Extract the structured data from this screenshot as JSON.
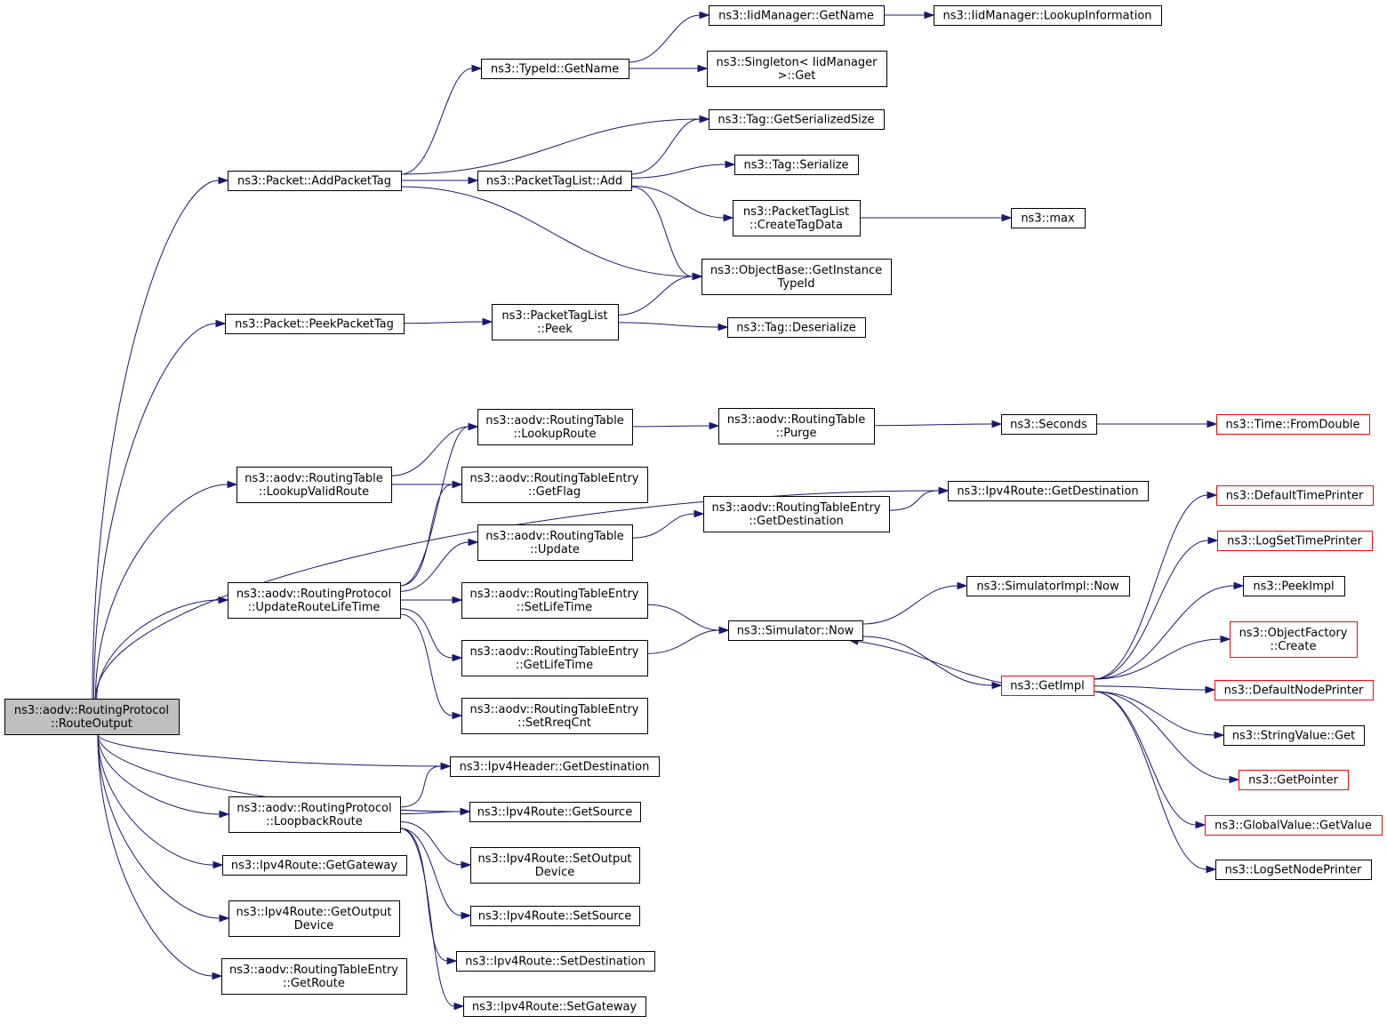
{
  "nodes": [
    {
      "id": "root",
      "lines": [
        "ns3::aodv::RoutingProtocol",
        "::RouteOutput"
      ],
      "style": "root"
    },
    {
      "id": "addPacketTag",
      "lines": [
        "ns3::Packet::AddPacketTag"
      ],
      "style": "normal"
    },
    {
      "id": "peekPacketTag",
      "lines": [
        "ns3::Packet::PeekPacketTag"
      ],
      "style": "normal"
    },
    {
      "id": "lookupValidRoute",
      "lines": [
        "ns3::aodv::RoutingTable",
        "::LookupValidRoute"
      ],
      "style": "normal"
    },
    {
      "id": "updateRouteLifeTime",
      "lines": [
        "ns3::aodv::RoutingProtocol",
        "::UpdateRouteLifeTime"
      ],
      "style": "normal"
    },
    {
      "id": "loopbackRoute",
      "lines": [
        "ns3::aodv::RoutingProtocol",
        "::LoopbackRoute"
      ],
      "style": "normal"
    },
    {
      "id": "ipv4RouteGetGateway",
      "lines": [
        "ns3::Ipv4Route::GetGateway"
      ],
      "style": "normal"
    },
    {
      "id": "ipv4RouteGetOutputDevice",
      "lines": [
        "ns3::Ipv4Route::GetOutput",
        "Device"
      ],
      "style": "normal"
    },
    {
      "id": "rteGetRoute",
      "lines": [
        "ns3::aodv::RoutingTableEntry",
        "::GetRoute"
      ],
      "style": "normal"
    },
    {
      "id": "typeIdGetName",
      "lines": [
        "ns3::TypeId::GetName"
      ],
      "style": "normal"
    },
    {
      "id": "packetTagListAdd",
      "lines": [
        "ns3::PacketTagList::Add"
      ],
      "style": "normal"
    },
    {
      "id": "packetTagListPeek",
      "lines": [
        "ns3::PacketTagList",
        "::Peek"
      ],
      "style": "normal"
    },
    {
      "id": "rtLookupRoute",
      "lines": [
        "ns3::aodv::RoutingTable",
        "::LookupRoute"
      ],
      "style": "normal"
    },
    {
      "id": "rteGetFlag",
      "lines": [
        "ns3::aodv::RoutingTableEntry",
        "::GetFlag"
      ],
      "style": "normal"
    },
    {
      "id": "rtUpdate",
      "lines": [
        "ns3::aodv::RoutingTable",
        "::Update"
      ],
      "style": "normal"
    },
    {
      "id": "rteSetLifeTime",
      "lines": [
        "ns3::aodv::RoutingTableEntry",
        "::SetLifeTime"
      ],
      "style": "normal"
    },
    {
      "id": "rteGetLifeTime",
      "lines": [
        "ns3::aodv::RoutingTableEntry",
        "::GetLifeTime"
      ],
      "style": "normal"
    },
    {
      "id": "rteSetRreqCnt",
      "lines": [
        "ns3::aodv::RoutingTableEntry",
        "::SetRreqCnt"
      ],
      "style": "normal"
    },
    {
      "id": "ipv4HeaderGetDestination",
      "lines": [
        "ns3::Ipv4Header::GetDestination"
      ],
      "style": "normal"
    },
    {
      "id": "ipv4RouteGetSource",
      "lines": [
        "ns3::Ipv4Route::GetSource"
      ],
      "style": "normal"
    },
    {
      "id": "ipv4RouteSetOutputDevice",
      "lines": [
        "ns3::Ipv4Route::SetOutput",
        "Device"
      ],
      "style": "normal"
    },
    {
      "id": "ipv4RouteSetSource",
      "lines": [
        "ns3::Ipv4Route::SetSource"
      ],
      "style": "normal"
    },
    {
      "id": "ipv4RouteSetDestination",
      "lines": [
        "ns3::Ipv4Route::SetDestination"
      ],
      "style": "normal"
    },
    {
      "id": "ipv4RouteSetGateway",
      "lines": [
        "ns3::Ipv4Route::SetGateway"
      ],
      "style": "normal"
    },
    {
      "id": "iidGetName",
      "lines": [
        "ns3::IidManager::GetName"
      ],
      "style": "normal"
    },
    {
      "id": "iidLookupInformation",
      "lines": [
        "ns3::IidManager::LookupInformation"
      ],
      "style": "normal"
    },
    {
      "id": "singletonGet",
      "lines": [
        "ns3::Singleton< IidManager",
        ">::Get"
      ],
      "style": "normal"
    },
    {
      "id": "tagGetSerializedSize",
      "lines": [
        "ns3::Tag::GetSerializedSize"
      ],
      "style": "normal"
    },
    {
      "id": "tagSerialize",
      "lines": [
        "ns3::Tag::Serialize"
      ],
      "style": "normal"
    },
    {
      "id": "ptlCreateTagData",
      "lines": [
        "ns3::PacketTagList",
        "::CreateTagData"
      ],
      "style": "normal"
    },
    {
      "id": "ns3max",
      "lines": [
        "ns3::max"
      ],
      "style": "normal"
    },
    {
      "id": "objectBaseGetInstanceTypeId",
      "lines": [
        "ns3::ObjectBase::GetInstance",
        "TypeId"
      ],
      "style": "normal"
    },
    {
      "id": "tagDeserialize",
      "lines": [
        "ns3::Tag::Deserialize"
      ],
      "style": "normal"
    },
    {
      "id": "rtPurge",
      "lines": [
        "ns3::aodv::RoutingTable",
        "::Purge"
      ],
      "style": "normal"
    },
    {
      "id": "ns3Seconds",
      "lines": [
        "ns3::Seconds"
      ],
      "style": "normal"
    },
    {
      "id": "timeFromDouble",
      "lines": [
        "ns3::Time::FromDouble"
      ],
      "style": "red"
    },
    {
      "id": "ipv4RouteGetDestination",
      "lines": [
        "ns3::Ipv4Route::GetDestination"
      ],
      "style": "normal"
    },
    {
      "id": "rteGetDestination",
      "lines": [
        "ns3::aodv::RoutingTableEntry",
        "::GetDestination"
      ],
      "style": "normal"
    },
    {
      "id": "simImplNow",
      "lines": [
        "ns3::SimulatorImpl::Now"
      ],
      "style": "normal"
    },
    {
      "id": "simulatorNow",
      "lines": [
        "ns3::Simulator::Now"
      ],
      "style": "normal"
    },
    {
      "id": "getImpl",
      "lines": [
        "ns3::GetImpl"
      ],
      "style": "red"
    },
    {
      "id": "defaultTimePrinter",
      "lines": [
        "ns3::DefaultTimePrinter"
      ],
      "style": "red"
    },
    {
      "id": "logSetTimePrinter",
      "lines": [
        "ns3::LogSetTimePrinter"
      ],
      "style": "red"
    },
    {
      "id": "peekImpl",
      "lines": [
        "ns3::PeekImpl"
      ],
      "style": "normal"
    },
    {
      "id": "objectFactoryCreate",
      "lines": [
        "ns3::ObjectFactory",
        "::Create"
      ],
      "style": "red"
    },
    {
      "id": "defaultNodePrinter",
      "lines": [
        "ns3::DefaultNodePrinter"
      ],
      "style": "red"
    },
    {
      "id": "stringValueGet",
      "lines": [
        "ns3::StringValue::Get"
      ],
      "style": "normal"
    },
    {
      "id": "getPointer",
      "lines": [
        "ns3::GetPointer"
      ],
      "style": "red"
    },
    {
      "id": "globalValueGetValue",
      "lines": [
        "ns3::GlobalValue::GetValue"
      ],
      "style": "red"
    },
    {
      "id": "logSetNodePrinter",
      "lines": [
        "ns3::LogSetNodePrinter"
      ],
      "style": "normal"
    }
  ],
  "edges": [
    [
      "root",
      "addPacketTag"
    ],
    [
      "root",
      "peekPacketTag"
    ],
    [
      "root",
      "ipv4RouteGetDestination"
    ],
    [
      "root",
      "lookupValidRoute"
    ],
    [
      "root",
      "updateRouteLifeTime"
    ],
    [
      "root",
      "ipv4HeaderGetDestination"
    ],
    [
      "root",
      "ipv4RouteGetSource"
    ],
    [
      "root",
      "loopbackRoute"
    ],
    [
      "root",
      "ipv4RouteGetGateway"
    ],
    [
      "root",
      "ipv4RouteGetOutputDevice"
    ],
    [
      "root",
      "rteGetRoute"
    ],
    [
      "addPacketTag",
      "typeIdGetName"
    ],
    [
      "addPacketTag",
      "tagGetSerializedSize"
    ],
    [
      "addPacketTag",
      "packetTagListAdd"
    ],
    [
      "addPacketTag",
      "objectBaseGetInstanceTypeId"
    ],
    [
      "typeIdGetName",
      "iidGetName"
    ],
    [
      "typeIdGetName",
      "singletonGet"
    ],
    [
      "iidGetName",
      "iidLookupInformation"
    ],
    [
      "packetTagListAdd",
      "tagGetSerializedSize"
    ],
    [
      "packetTagListAdd",
      "tagSerialize"
    ],
    [
      "packetTagListAdd",
      "ptlCreateTagData"
    ],
    [
      "packetTagListAdd",
      "objectBaseGetInstanceTypeId"
    ],
    [
      "ptlCreateTagData",
      "ns3max"
    ],
    [
      "peekPacketTag",
      "packetTagListPeek"
    ],
    [
      "packetTagListPeek",
      "objectBaseGetInstanceTypeId"
    ],
    [
      "packetTagListPeek",
      "tagDeserialize"
    ],
    [
      "lookupValidRoute",
      "rtLookupRoute"
    ],
    [
      "lookupValidRoute",
      "rteGetFlag"
    ],
    [
      "rtLookupRoute",
      "rtPurge"
    ],
    [
      "rtPurge",
      "ns3Seconds"
    ],
    [
      "ns3Seconds",
      "timeFromDouble"
    ],
    [
      "updateRouteLifeTime",
      "rtLookupRoute"
    ],
    [
      "updateRouteLifeTime",
      "rteGetFlag"
    ],
    [
      "updateRouteLifeTime",
      "rtUpdate"
    ],
    [
      "updateRouteLifeTime",
      "rteSetLifeTime"
    ],
    [
      "updateRouteLifeTime",
      "rteGetLifeTime"
    ],
    [
      "updateRouteLifeTime",
      "rteSetRreqCnt"
    ],
    [
      "rtUpdate",
      "rteGetDestination"
    ],
    [
      "rteGetDestination",
      "ipv4RouteGetDestination"
    ],
    [
      "rteSetLifeTime",
      "simulatorNow"
    ],
    [
      "rteGetLifeTime",
      "simulatorNow"
    ],
    [
      "simulatorNow",
      "simImplNow"
    ],
    [
      "simulatorNow",
      "getImpl"
    ],
    [
      "getImpl",
      "simulatorNow"
    ],
    [
      "getImpl",
      "defaultTimePrinter"
    ],
    [
      "getImpl",
      "logSetTimePrinter"
    ],
    [
      "getImpl",
      "peekImpl"
    ],
    [
      "getImpl",
      "objectFactoryCreate"
    ],
    [
      "getImpl",
      "defaultNodePrinter"
    ],
    [
      "getImpl",
      "stringValueGet"
    ],
    [
      "getImpl",
      "getPointer"
    ],
    [
      "getImpl",
      "globalValueGetValue"
    ],
    [
      "getImpl",
      "logSetNodePrinter"
    ],
    [
      "loopbackRoute",
      "ipv4HeaderGetDestination"
    ],
    [
      "loopbackRoute",
      "ipv4RouteGetSource"
    ],
    [
      "loopbackRoute",
      "ipv4RouteSetOutputDevice"
    ],
    [
      "loopbackRoute",
      "ipv4RouteSetSource"
    ],
    [
      "loopbackRoute",
      "ipv4RouteSetDestination"
    ],
    [
      "loopbackRoute",
      "ipv4RouteSetGateway"
    ]
  ]
}
